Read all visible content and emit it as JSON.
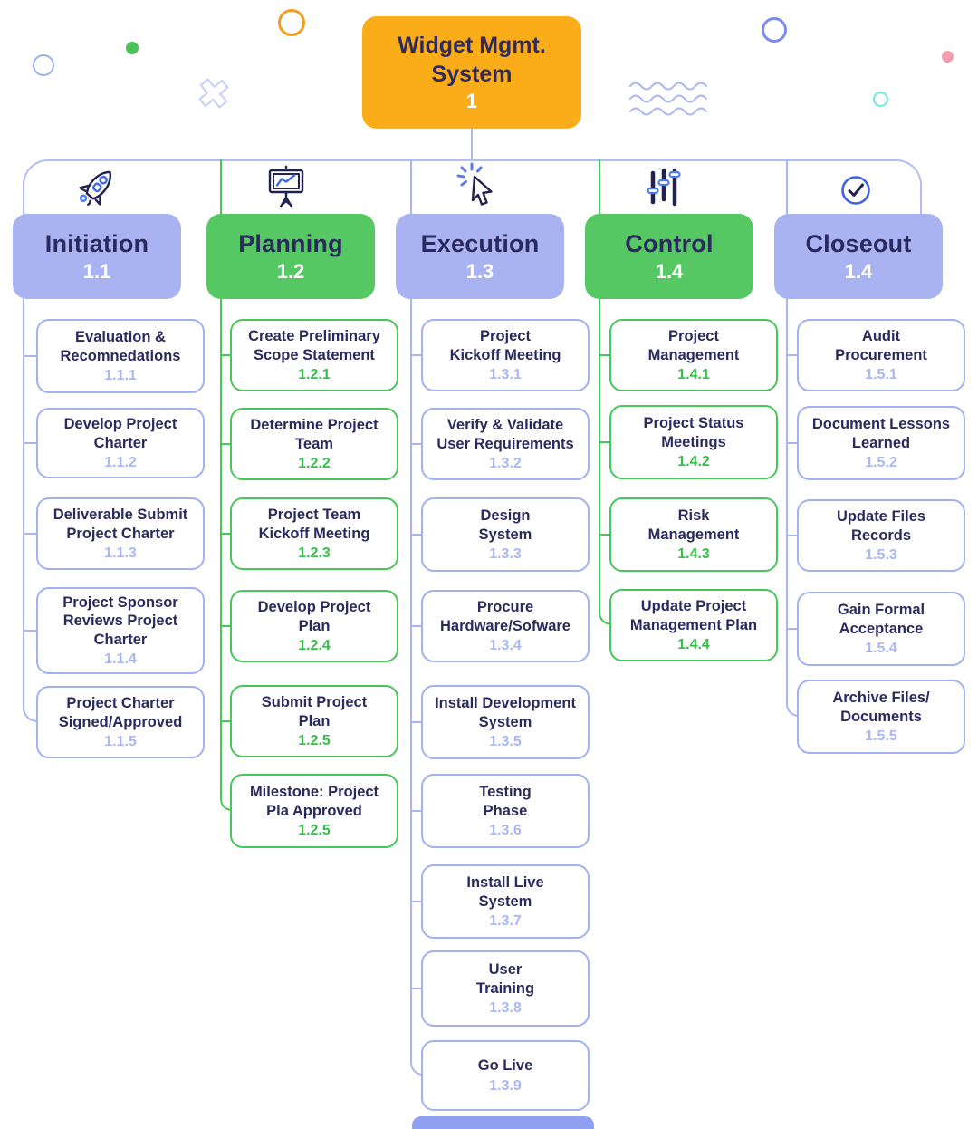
{
  "root": {
    "title": "Widget Mgmt.\nSystem",
    "number": "1"
  },
  "columns": [
    {
      "label": "Initiation",
      "number": "1.1",
      "icon": "rocket-icon",
      "theme": "purple",
      "children": [
        {
          "title": "Evaluation &\nRecomnedations",
          "number": "1.1.1"
        },
        {
          "title": "Develop Project\nCharter",
          "number": "1.1.2"
        },
        {
          "title": "Deliverable Submit\nProject Charter",
          "number": "1.1.3"
        },
        {
          "title": "Project Sponsor\nReviews Project\nCharter",
          "number": "1.1.4"
        },
        {
          "title": "Project Charter\nSigned/Approved",
          "number": "1.1.5"
        }
      ]
    },
    {
      "label": "Planning",
      "number": "1.2",
      "icon": "presentation-chart-icon",
      "theme": "green",
      "children": [
        {
          "title": "Create Preliminary\nScope Statement",
          "number": "1.2.1"
        },
        {
          "title": "Determine Project\nTeam",
          "number": "1.2.2"
        },
        {
          "title": "Project Team\nKickoff Meeting",
          "number": "1.2.3"
        },
        {
          "title": "Develop Project\nPlan",
          "number": "1.2.4"
        },
        {
          "title": "Submit Project\nPlan",
          "number": "1.2.5"
        },
        {
          "title": "Milestone: Project\nPla Approved",
          "number": "1.2.5"
        }
      ]
    },
    {
      "label": "Execution",
      "number": "1.3",
      "icon": "cursor-click-icon",
      "theme": "purple",
      "children": [
        {
          "title": "Project\nKickoff Meeting",
          "number": "1.3.1"
        },
        {
          "title": "Verify & Validate\nUser Requirements",
          "number": "1.3.2"
        },
        {
          "title": "Design\nSystem",
          "number": "1.3.3"
        },
        {
          "title": "Procure\nHardware/Sofware",
          "number": "1.3.4"
        },
        {
          "title": "Install Development\nSystem",
          "number": "1.3.5"
        },
        {
          "title": "Testing\nPhase",
          "number": "1.3.6"
        },
        {
          "title": "Install Live\nSystem",
          "number": "1.3.7"
        },
        {
          "title": "User\nTraining",
          "number": "1.3.8"
        },
        {
          "title": "Go Live",
          "number": "1.3.9"
        }
      ]
    },
    {
      "label": "Control",
      "number": "1.4",
      "icon": "sliders-icon",
      "theme": "green",
      "children": [
        {
          "title": "Project\nManagement",
          "number": "1.4.1"
        },
        {
          "title": "Project Status\nMeetings",
          "number": "1.4.2"
        },
        {
          "title": "Risk\nManagement",
          "number": "1.4.3"
        },
        {
          "title": "Update Project\nManagement Plan",
          "number": "1.4.4"
        }
      ]
    },
    {
      "label": "Closeout",
      "number": "1.4",
      "icon": "check-circle-icon",
      "theme": "purple",
      "children": [
        {
          "title": "Audit\nProcurement",
          "number": "1.5.1"
        },
        {
          "title": "Document Lessons\nLearned",
          "number": "1.5.2"
        },
        {
          "title": "Update Files\nRecords",
          "number": "1.5.3"
        },
        {
          "title": "Gain Formal\nAcceptance",
          "number": "1.5.4"
        },
        {
          "title": "Archive Files/\nDocuments",
          "number": "1.5.5"
        }
      ]
    }
  ],
  "colors": {
    "root_fill": "#fbad19",
    "purple_fill": "#a9b3f2",
    "green_fill": "#55c763",
    "purple_line": "#a9b5f4",
    "green_line": "#49c658",
    "navy_text": "#2b2a5e",
    "white_text": "#ffffff"
  }
}
